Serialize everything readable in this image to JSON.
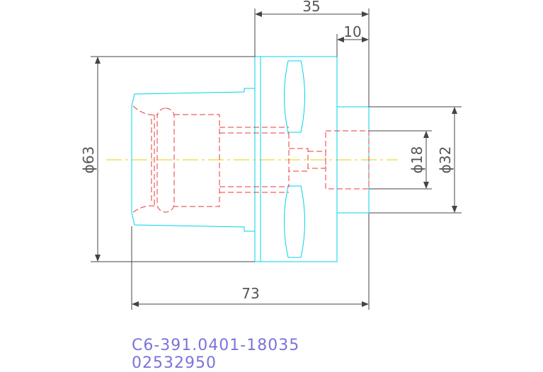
{
  "drawing": {
    "dimensions": {
      "overall_length": "73",
      "shank_length": "35",
      "pilot_length": "10",
      "outer_diameter": "ϕ63",
      "shank_diameter": "ϕ32",
      "bore_diameter": "ϕ18"
    },
    "part_code": "C6-391.0401-18035",
    "part_number": "02532950",
    "colors": {
      "outline": "#00d4e8",
      "hidden": "#e83838",
      "centerline": "#e6d200",
      "dimension": "#444444",
      "code_text": "#7a74d8"
    }
  }
}
